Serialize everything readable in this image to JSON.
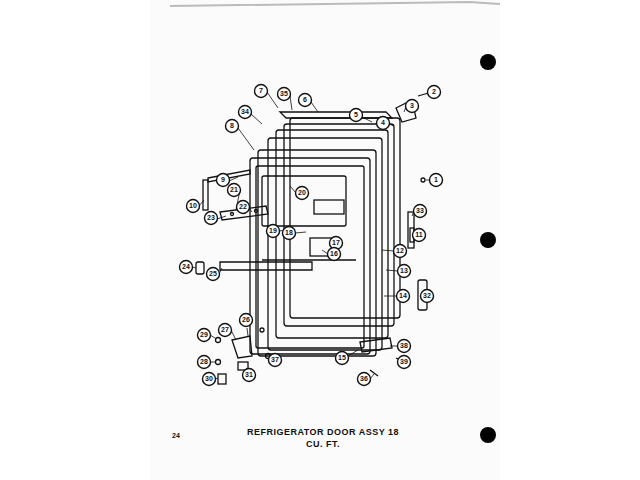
{
  "diagram": {
    "title": "REFRIGERATOR DOOR ASSY 18 CU. FT.",
    "labels": [
      "7",
      "35",
      "6",
      "5",
      "2",
      "3",
      "4",
      "34",
      "8",
      "1",
      "9",
      "10",
      "21",
      "22",
      "20",
      "23",
      "33",
      "11",
      "19",
      "18",
      "17",
      "16",
      "12",
      "24",
      "13",
      "25",
      "32",
      "14",
      "15",
      "26",
      "27",
      "29",
      "28",
      "30",
      "31",
      "37",
      "38",
      "39",
      "36",
      "24"
    ]
  }
}
